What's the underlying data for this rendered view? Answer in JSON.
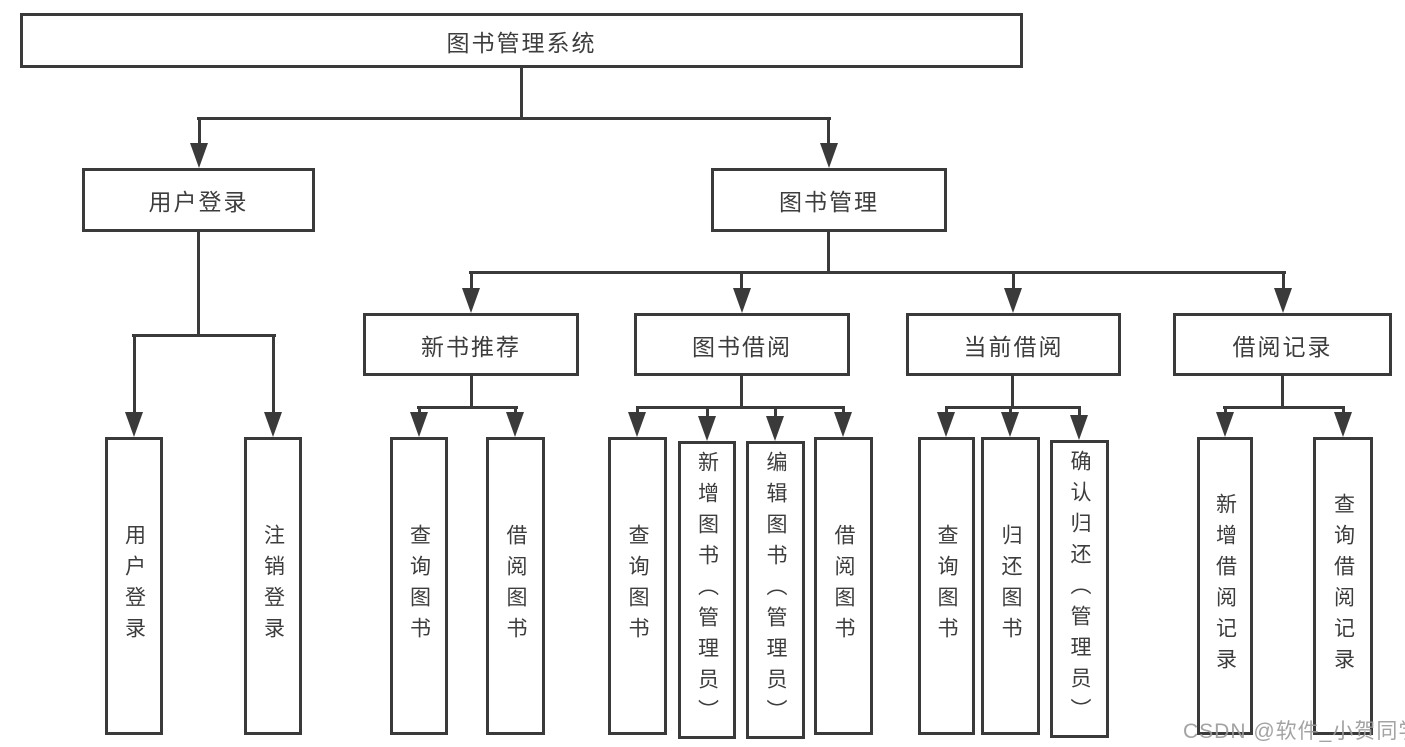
{
  "diagram": {
    "type": "hierarchy-tree",
    "root": {
      "label": "图书管理系统"
    },
    "branches": [
      {
        "label": "用户登录",
        "children": [
          {
            "label": "用户登录"
          },
          {
            "label": "注销登录"
          }
        ]
      },
      {
        "label": "图书管理",
        "children": [
          {
            "label": "新书推荐",
            "children": [
              {
                "label": "查询图书"
              },
              {
                "label": "借阅图书"
              }
            ]
          },
          {
            "label": "图书借阅",
            "children": [
              {
                "label": "查询图书"
              },
              {
                "label": "新增图书（管理员）"
              },
              {
                "label": "编辑图书（管理员）"
              },
              {
                "label": "借阅图书"
              }
            ]
          },
          {
            "label": "当前借阅",
            "children": [
              {
                "label": "查询图书"
              },
              {
                "label": "归还图书"
              },
              {
                "label": "确认归还（管理员）"
              }
            ]
          },
          {
            "label": "借阅记录",
            "children": [
              {
                "label": "新增借阅记录"
              },
              {
                "label": "查询借阅记录"
              }
            ]
          }
        ]
      }
    ],
    "watermark": "CSDN @软件_小贺同学",
    "colors": {
      "line": "#3a3a3a",
      "text": "#3d3d3d",
      "background": "#ffffff",
      "watermark": "#9b9b9b"
    }
  }
}
